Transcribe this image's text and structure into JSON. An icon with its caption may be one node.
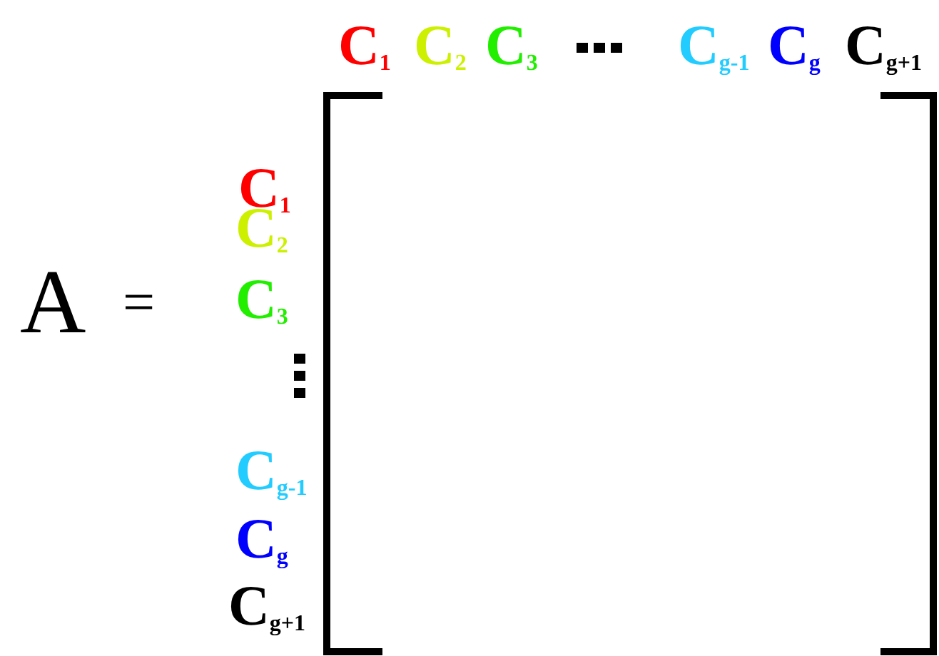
{
  "diagram": {
    "labels": [
      "A",
      "=",
      "C$_{1}$",
      "C$_{2}$",
      "C$_{3}$",
      "C$_{g-1}$",
      "C$_{g}$",
      "C$_{g+1}$",
      "C$_{1}$",
      "C$_{2}$",
      "C$_{3}$",
      "C$_{g-1}$",
      "C$_{g}$",
      "C$_{g+1}$"
    ]
  }
}
